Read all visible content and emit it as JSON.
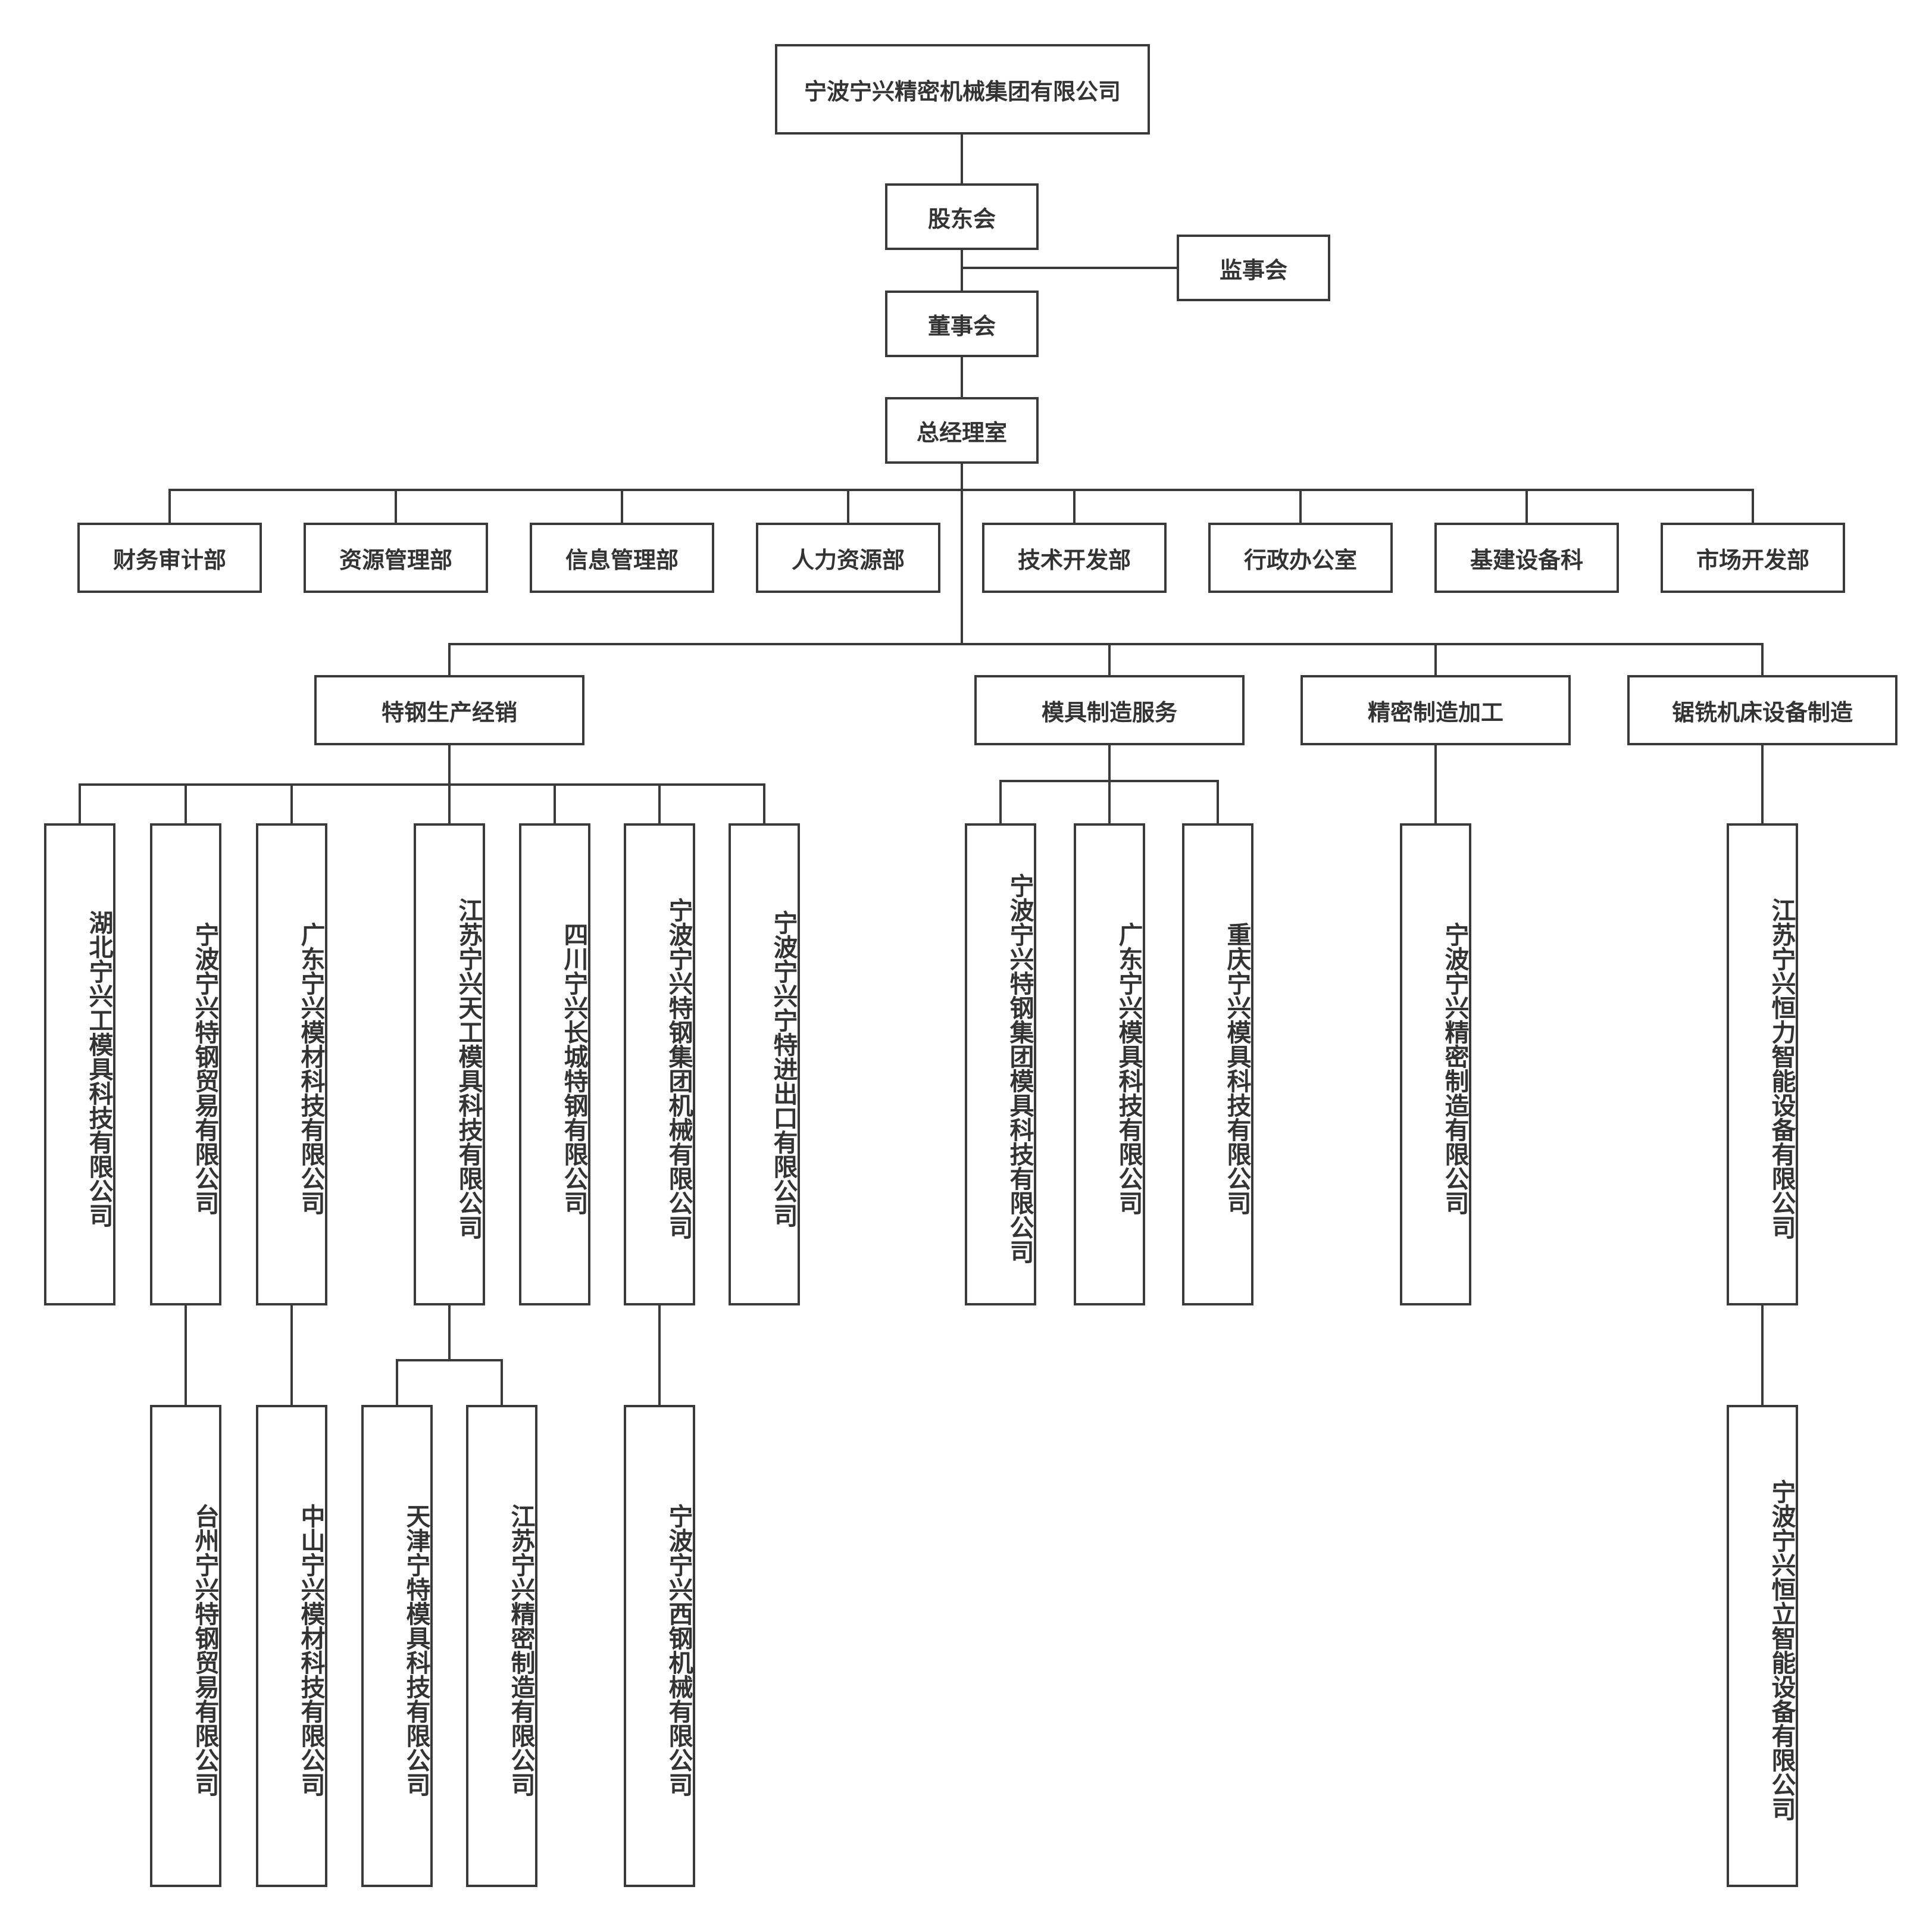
{
  "chart": {
    "root": "宁波宁兴精密机械集团有限公司",
    "shareholders": "股东会",
    "supervisors": "监事会",
    "board": "董事会",
    "gm_office": "总经理室",
    "departments": [
      "财务审计部",
      "资源管理部",
      "信息管理部",
      "人力资源部",
      "技术开发部",
      "行政办公室",
      "基建设备科",
      "市场开发部"
    ],
    "divisions": [
      {
        "name": "特钢生产经销",
        "companies": [
          {
            "name": "湖北宁兴工模具科技有限公司",
            "subs": []
          },
          {
            "name": "宁波宁兴特钢贸易有限公司",
            "subs": [
              "台州宁兴特钢贸易有限公司"
            ]
          },
          {
            "name": "广东宁兴模材科技有限公司",
            "subs": [
              "中山宁兴模材科技有限公司"
            ]
          },
          {
            "name": "江苏宁兴天工模具科技有限公司",
            "subs": [
              "天津宁特模具科技有限公司",
              "江苏宁兴精密制造有限公司"
            ]
          },
          {
            "name": "四川宁兴长城特钢有限公司",
            "subs": []
          },
          {
            "name": "宁波宁兴特钢集团机械有限公司",
            "subs": [
              "宁波宁兴西钢机械有限公司"
            ]
          },
          {
            "name": "宁波宁兴宁特进出口有限公司",
            "subs": []
          }
        ]
      },
      {
        "name": "模具制造服务",
        "companies": [
          {
            "name": "宁波宁兴特钢集团模具科技有限公司",
            "subs": []
          },
          {
            "name": "广东宁兴模具科技有限公司",
            "subs": []
          },
          {
            "name": "重庆宁兴模具科技有限公司",
            "subs": []
          }
        ]
      },
      {
        "name": "精密制造加工",
        "companies": [
          {
            "name": "宁波宁兴精密制造有限公司",
            "subs": []
          }
        ]
      },
      {
        "name": "锯铣机床设备制造",
        "companies": [
          {
            "name": "江苏宁兴恒力智能设备有限公司",
            "subs": [
              "宁波宁兴恒立智能设备有限公司"
            ]
          }
        ]
      }
    ]
  }
}
